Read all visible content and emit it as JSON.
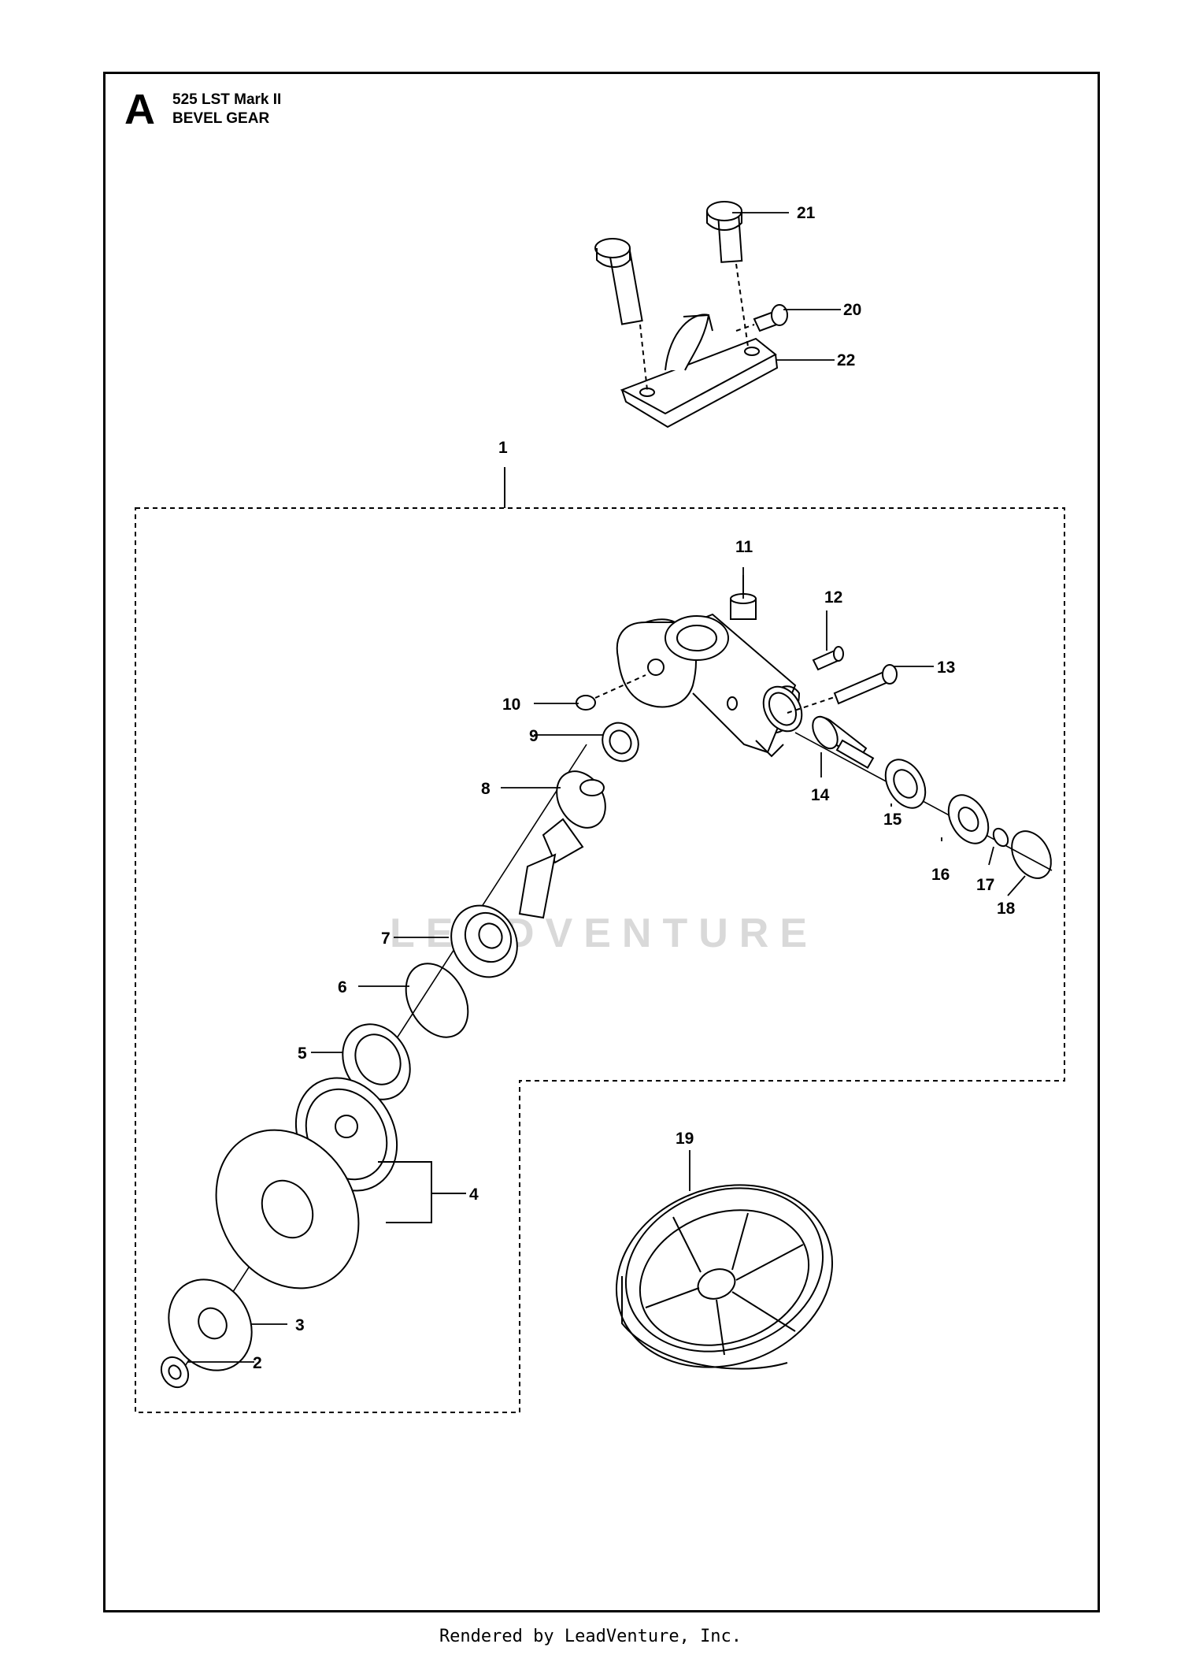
{
  "header": {
    "section_letter": "A",
    "model": "525 LST Mark II",
    "section": "BEVEL GEAR"
  },
  "watermark": "LEADVENTURE",
  "footer": "Rendered by LeadVenture, Inc.",
  "callouts": {
    "c1": "1",
    "c2": "2",
    "c3": "3",
    "c4": "4",
    "c5": "5",
    "c6": "6",
    "c7": "7",
    "c8": "8",
    "c9": "9",
    "c10": "10",
    "c11": "11",
    "c12": "12",
    "c13": "13",
    "c14": "14",
    "c15": "15",
    "c16": "16",
    "c17": "17",
    "c18": "18",
    "c19": "19",
    "c20": "20",
    "c21": "21",
    "c22": "22"
  }
}
